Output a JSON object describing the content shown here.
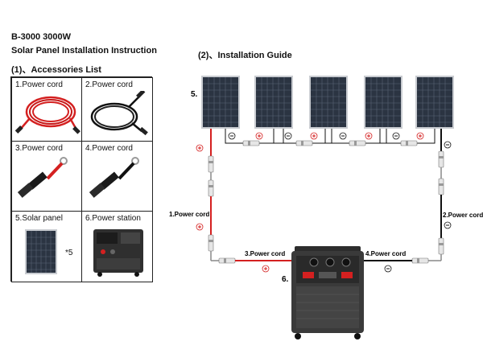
{
  "header": {
    "model": "B-3000 3000W",
    "title": "Solar Panel Installation Instruction"
  },
  "accessories": {
    "heading": "(1)、Accessories List",
    "items": [
      {
        "label": "1.Power cord"
      },
      {
        "label": "2.Power cord"
      },
      {
        "label": "3.Power cord"
      },
      {
        "label": "4.Power cord"
      },
      {
        "label": "5.Solar panel",
        "qty": "*5"
      },
      {
        "label": "6.Power station"
      }
    ]
  },
  "guide": {
    "heading": "(2)、Installation Guide",
    "panel_group_label": "5.",
    "station_label": "6.",
    "cords": {
      "c1": "1.Power cord",
      "c2": "2.Power cord",
      "c3": "3.Power cord",
      "c4": "4.Power cord"
    },
    "polarity": {
      "plus": "+",
      "minus": "−"
    }
  },
  "colors": {
    "positive": "#d42020",
    "negative": "#111111",
    "panel_cell": "#2b3442",
    "panel_frame": "#c9ccd1",
    "station": "#3a3a3a"
  }
}
